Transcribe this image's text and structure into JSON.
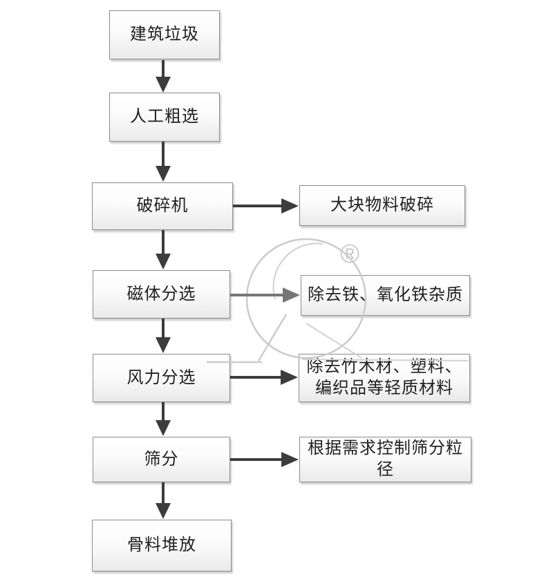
{
  "flowchart": {
    "main_nodes": [
      {
        "id": "construction-waste",
        "label": "建筑垃圾"
      },
      {
        "id": "manual-rough-sorting",
        "label": "人工粗选"
      },
      {
        "id": "crusher",
        "label": "破碎机"
      },
      {
        "id": "magnetic-separation",
        "label": "磁体分选"
      },
      {
        "id": "air-separation",
        "label": "风力分选"
      },
      {
        "id": "screening",
        "label": "筛分"
      },
      {
        "id": "aggregate-stacking",
        "label": "骨料堆放"
      }
    ],
    "side_nodes": [
      {
        "id": "large-material-crushing",
        "from": "crusher",
        "lines": [
          "大块物料破碎"
        ]
      },
      {
        "id": "remove-iron-impurities",
        "from": "magnetic-separation",
        "lines": [
          "除去铁、氧化铁杂质"
        ]
      },
      {
        "id": "remove-light-materials",
        "from": "air-separation",
        "lines": [
          "除去竹木材、塑料、",
          "编织品等轻质材料"
        ]
      },
      {
        "id": "control-particle-size",
        "from": "screening",
        "lines": [
          "根据需求控制筛分粒",
          "径"
        ]
      }
    ],
    "edges": [
      "建筑垃圾→人工粗选",
      "人工粗选→破碎机",
      "破碎机→磁体分选",
      "磁体分选→风力分选",
      "风力分选→筛分",
      "筛分→骨料堆放",
      "破碎机→大块物料破碎",
      "磁体分选→除去铁、氧化铁杂质",
      "风力分选→除去竹木材、塑料、编织品等轻质材料",
      "筛分→根据需求控制筛分粒径"
    ],
    "watermark": {
      "symbol": "®"
    },
    "colors": {
      "background": "#ffffff",
      "box_border": "#8a8a8a",
      "box_fill_top": "#ffffff",
      "box_fill_bottom": "#eaeaea",
      "arrow": "#3c3c3c",
      "arrow_light": "#767676",
      "watermark": "#cbcbcb",
      "text": "#1f1f1f"
    }
  }
}
